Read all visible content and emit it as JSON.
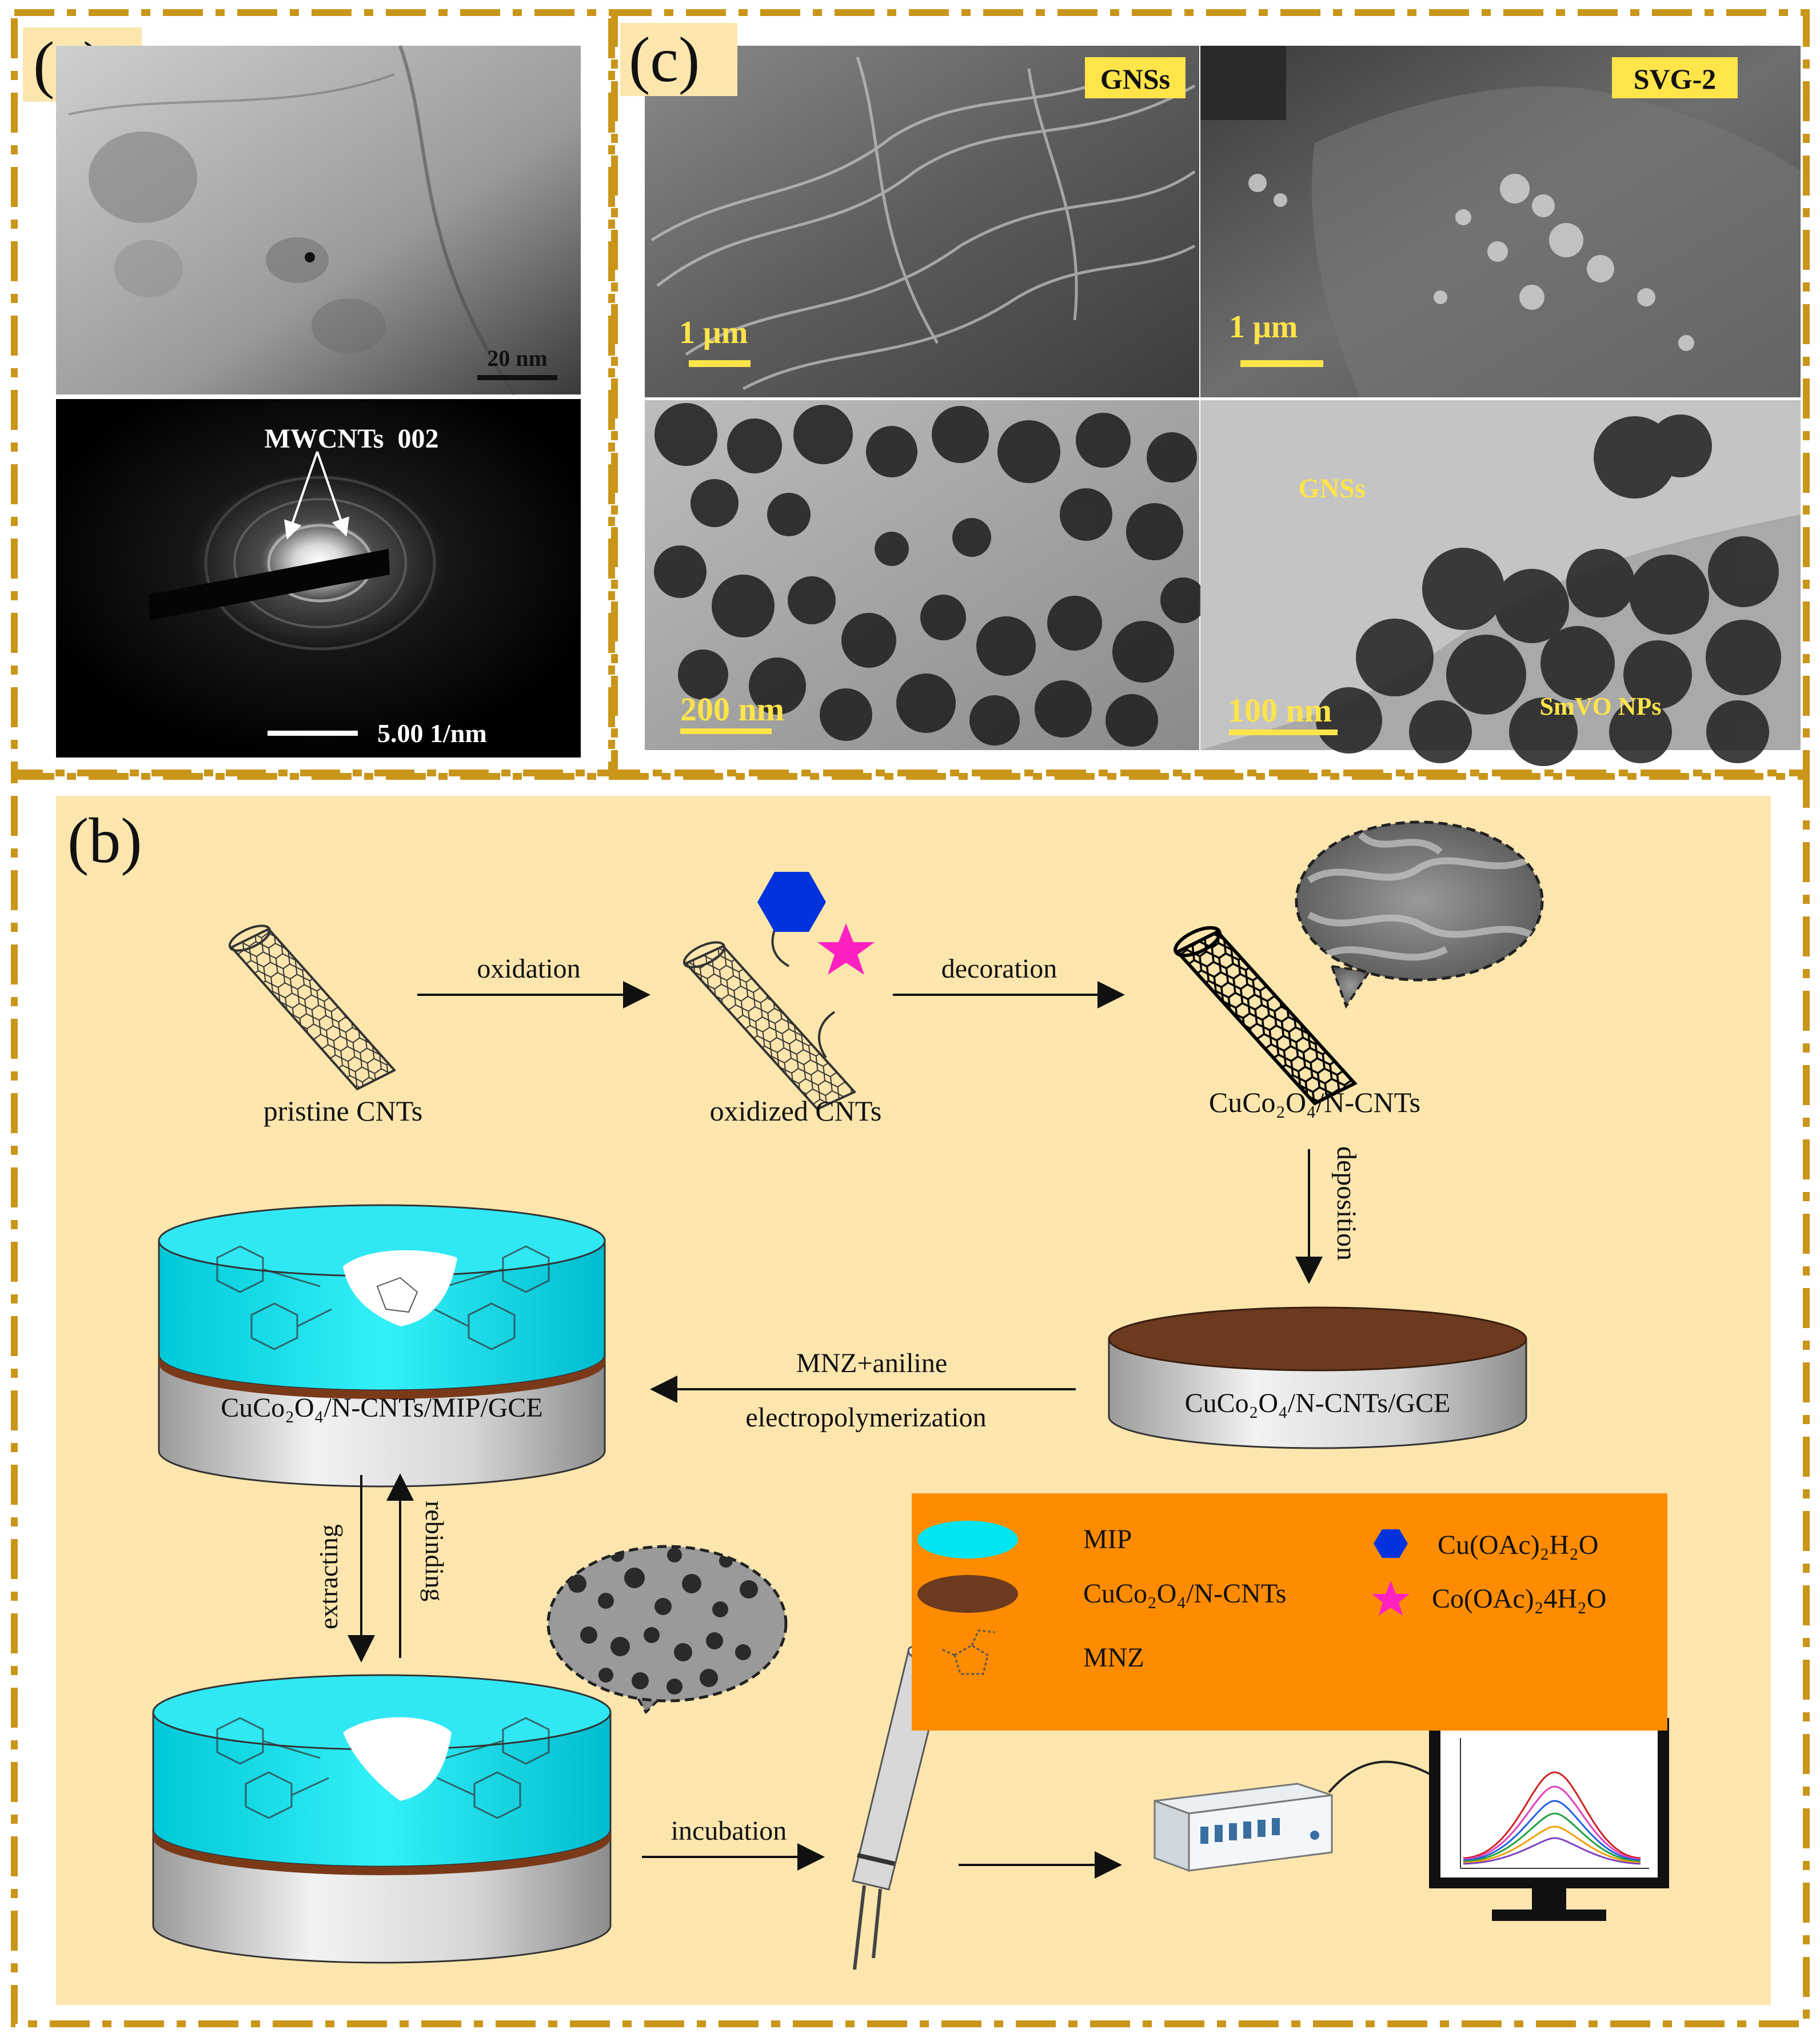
{
  "panels": {
    "a": {
      "label": "(a)",
      "tem_scale": "20 nm",
      "saed_annotation": "MWCNTs  002",
      "saed_scale": "5.00 1/nm"
    },
    "c": {
      "label": "(c)",
      "sem_left_tag": "GNSs",
      "sem_right_tag": "SVG-2",
      "sem_left_scale": "1 μm",
      "sem_right_scale": "1 μm",
      "tem_left_scale": "200 nm",
      "tem_right_scale": "100 nm",
      "tem_right_gns": "GNSs",
      "tem_right_np": "SmVO NPs"
    },
    "b": {
      "label": "(b)",
      "steps": {
        "oxidation": "oxidation",
        "decoration": "decoration",
        "deposition": "deposition",
        "mnz_aniline": "MNZ+aniline",
        "electropolymerization": "electropolymerization",
        "extracting": "extracting",
        "rebinding": "rebinding",
        "incubation": "incubation"
      },
      "materials": {
        "pristine": "pristine CNTs",
        "oxidized": "oxidized CNTs",
        "cuco_ncnt": "CuCo₂O₄/N-CNTs",
        "cuco_gce": "CuCo₂O₄/N-CNTs/GCE",
        "cuco_mip_gce": "CuCo₂O₄/N-CNTs/MIP/GCE"
      },
      "legend": {
        "mip": "MIP",
        "cuco": "CuCo₂O₄/N-CNTs",
        "mnz": "MNZ",
        "cu_oac": "Cu(OAc)₂H₂O",
        "co_oac": "Co(OAc)₂4H₂O"
      }
    }
  },
  "colors": {
    "frame": "#C9961A",
    "panel_b_bg": "#FCE6AE",
    "legend_bg": "#FF8C00",
    "mip": "#00E5F0",
    "cuco": "#6B3A1F",
    "cu_hex": "#0033DD",
    "co_star": "#FF20C0"
  }
}
